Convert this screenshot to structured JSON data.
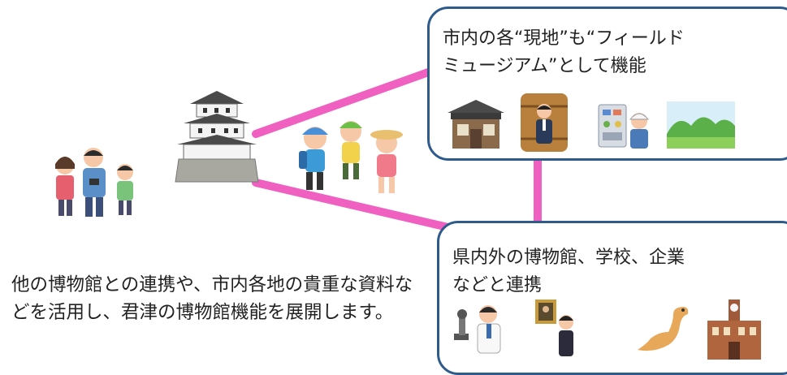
{
  "field_museum_box": {
    "text": "市内の各“現地”も“フィールド\nミュージアム”として機能",
    "icons": [
      "old-house-icon",
      "sake-barrel-guide-icon",
      "control-room-worker-icon",
      "green-hills-icon"
    ]
  },
  "partners_box": {
    "text": "県内外の博物館、学校、企業\nなどと連携",
    "icons": [
      "researcher-microscope-icon",
      "docent-painting-icon",
      "plesiosaur-icon",
      "university-building-icon"
    ]
  },
  "description": {
    "text": "他の博物館との連携や、市内各地の貴重な資料などを活用し、君津の博物館機能を展開します。"
  },
  "colors": {
    "box_border": "#2e5a8c",
    "connector": "#f060c0"
  },
  "icons": [
    "family-icon",
    "castle-museum-icon",
    "children-running-icon"
  ]
}
